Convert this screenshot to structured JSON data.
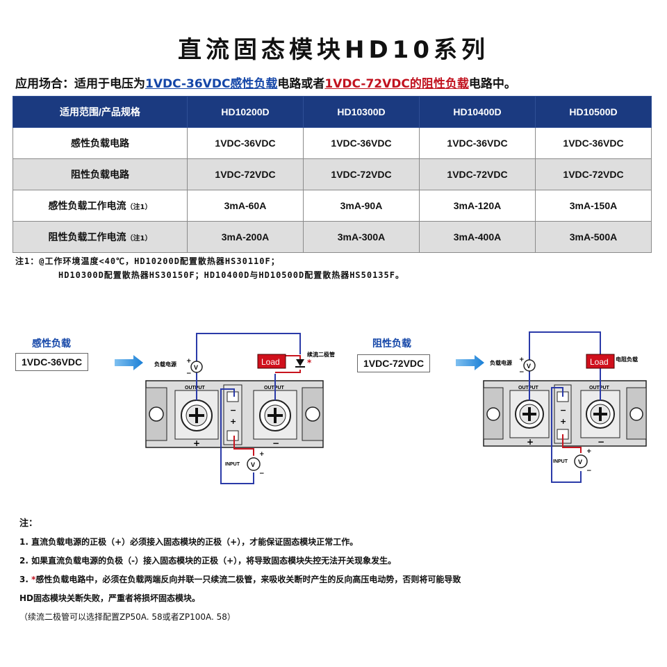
{
  "title": "直流固态模块HD10系列",
  "application": {
    "prefix": "应用场合：适用于电压为",
    "range1": "1VDC-36VDC感性负载",
    "mid": "电路或者",
    "range2": "1VDC-72VDC的阻性负载",
    "suffix": "电路中。"
  },
  "table": {
    "header": [
      "适用范围/产品规格",
      "HD10200D",
      "HD10300D",
      "HD10400D",
      "HD10500D"
    ],
    "rows": [
      {
        "label": "感性负载电路",
        "note": "",
        "values": [
          "1VDC-36VDC",
          "1VDC-36VDC",
          "1VDC-36VDC",
          "1VDC-36VDC"
        ]
      },
      {
        "label": "阻性负载电路",
        "note": "",
        "values": [
          "1VDC-72VDC",
          "1VDC-72VDC",
          "1VDC-72VDC",
          "1VDC-72VDC"
        ]
      },
      {
        "label": "感性负载工作电流",
        "note": "（注1）",
        "values": [
          "3mA-60A",
          "3mA-90A",
          "3mA-120A",
          "3mA-150A"
        ]
      },
      {
        "label": "阻性负载工作电流",
        "note": "（注1）",
        "values": [
          "3mA-200A",
          "3mA-300A",
          "3mA-400A",
          "3mA-500A"
        ]
      }
    ]
  },
  "note1": {
    "line1": "注1：@工作环境温度<40℃，HD10200D配置散热器HS30110F；",
    "line2": "HD10300D配置散热器HS30150F；HD10400D与HD10500D配置散热器HS50135F。"
  },
  "diagram_left": {
    "caption": "感性负载",
    "voltage": "1VDC-36VDC",
    "supply_label": "负载电源",
    "load_label": "Load",
    "diode_label": "续流二极管",
    "output_label": "OUTPUT",
    "input_label": "INPUT",
    "v_label": "V"
  },
  "diagram_right": {
    "caption": "阻性负载",
    "voltage": "1VDC-72VDC",
    "supply_label": "负载电源",
    "load_label": "Load",
    "load_side_label": "电阻负载",
    "output_label": "OUTPUT",
    "input_label": "INPUT",
    "v_label": "V"
  },
  "notes": {
    "heading": "注：",
    "n1": "1. 直流负载电源的正极（+）必须接入固态模块的正极（+），才能保证固态模块正常工作。",
    "n2": "2. 如果直流负载电源的负极（-）接入固态模块的正极（+），将导致固态模块失控无法开关现象发生。",
    "n3_num": "3. ",
    "n3_star": "*",
    "n3a": "感性负载电路中，必须在负载两端反向并联一只续流二极管，来吸收关断时产生的反向高压电动势，否则将可能导致",
    "n3b": "HD固态模块关断失败，严重者将损坏固态模块。",
    "n4": "（续流二极管可以选择配置ZP50A. 58或者ZP100A. 58）"
  },
  "colors": {
    "header_bg": "#1b3a80",
    "wire_blue": "#2a3aa8",
    "wire_red": "#c8141e",
    "load_red": "#d0101c",
    "arrow_blue": "#1a7fd6"
  }
}
